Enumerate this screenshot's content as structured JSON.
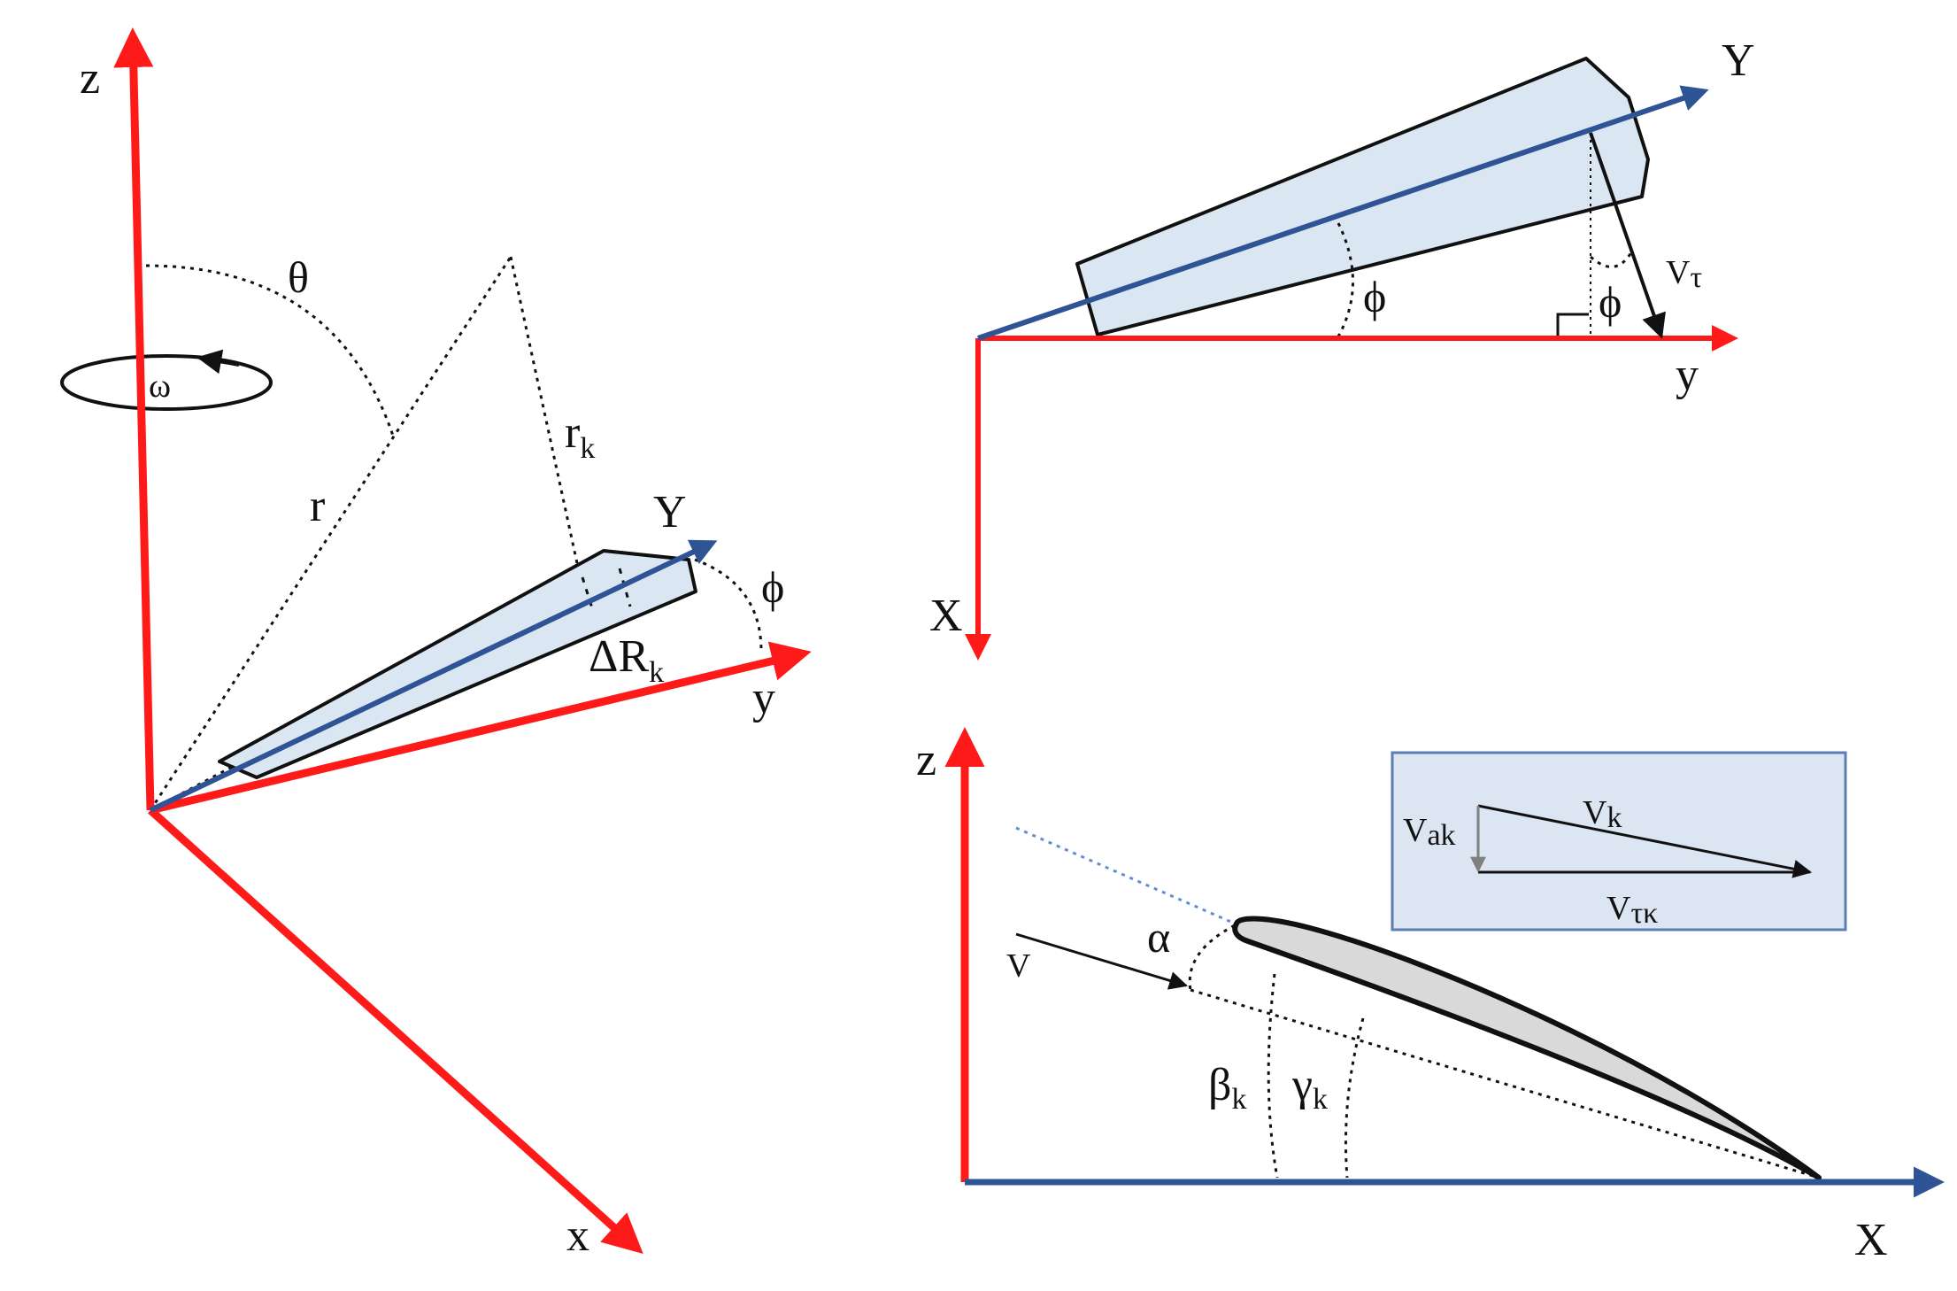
{
  "colors": {
    "axis_red": "#ff1a1a",
    "axis_blue": "#2f5496",
    "blade_fill": "#dbe6f3",
    "airfoil_fill": "#d9d9d9",
    "inset_fill": "#dce6f2",
    "inset_border": "#5b7fb3",
    "grey_arrow": "#808080",
    "line_black": "#111111"
  },
  "left_panel": {
    "axis_z": "z",
    "axis_x": "x",
    "axis_y": "y",
    "blade_axis": "Y",
    "theta": "θ",
    "omega": "ω",
    "r": "r",
    "rk_main": "r",
    "rk_sub": "k",
    "phi": "ϕ",
    "dR_main": "ΔR",
    "dR_sub": "k"
  },
  "top_right_panel": {
    "blade_axis": "Y",
    "axis_y": "y",
    "axis_x": "X",
    "phi_left": "ϕ",
    "phi_right": "ϕ",
    "vt_main": "V",
    "vt_sub": "τ"
  },
  "bottom_right_panel": {
    "axis_z": "z",
    "axis_x": "X",
    "v": "V",
    "alpha": "α",
    "beta_main": "β",
    "beta_sub": "k",
    "gamma_main": "γ",
    "gamma_sub": "k",
    "inset": {
      "vk_main": "V",
      "vk_sub": "k",
      "vak_main": "V",
      "vak_sub": "ak",
      "vtk_main": "V",
      "vtk_sub": "τκ"
    }
  }
}
